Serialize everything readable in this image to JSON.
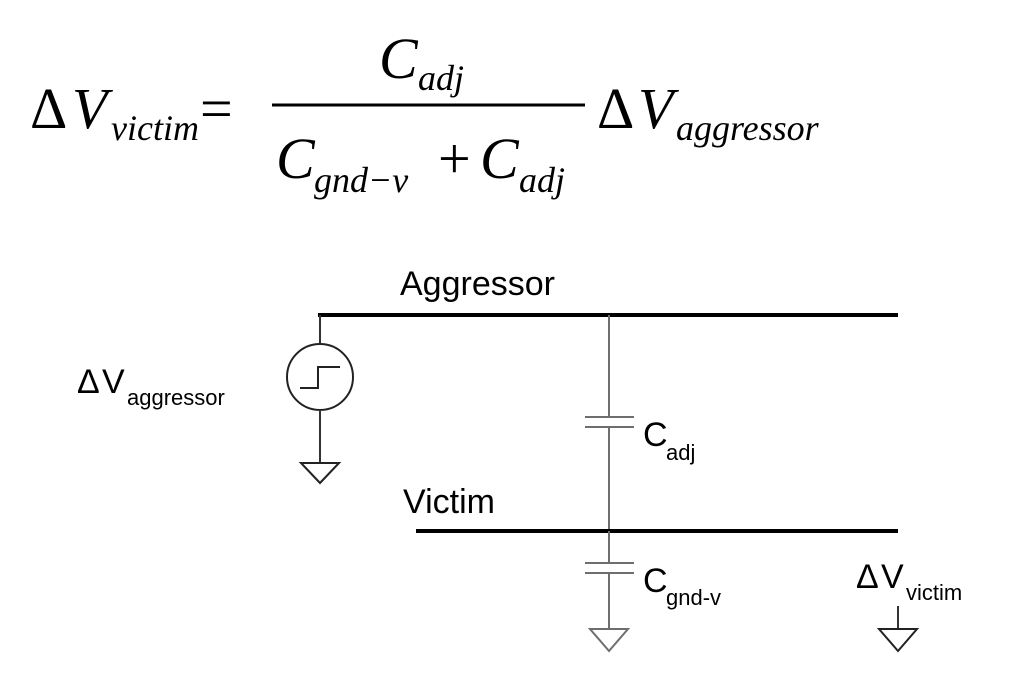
{
  "equation": {
    "delta": "Δ",
    "lhs_symbol": "V",
    "lhs_subscript": "victim",
    "equals": "=",
    "numerator_symbol": "C",
    "numerator_subscript": "adj",
    "denominator_term1_symbol": "C",
    "denominator_term1_subscript": "gnd−v",
    "plus": "+",
    "denominator_term2_symbol": "C",
    "denominator_term2_subscript": "adj",
    "rhs_symbol": "V",
    "rhs_subscript": "aggressor"
  },
  "circuit": {
    "aggressor_label": "Aggressor",
    "victim_label": "Victim",
    "source_label": {
      "delta": "Δ",
      "symbol": "V",
      "subscript": "aggressor"
    },
    "coupling_cap_label": {
      "symbol": "C",
      "subscript": "adj"
    },
    "ground_cap_label": {
      "symbol": "C",
      "subscript": "gnd-v"
    },
    "victim_output_label": {
      "delta": "Δ",
      "symbol": "V",
      "subscript": "victim"
    }
  }
}
